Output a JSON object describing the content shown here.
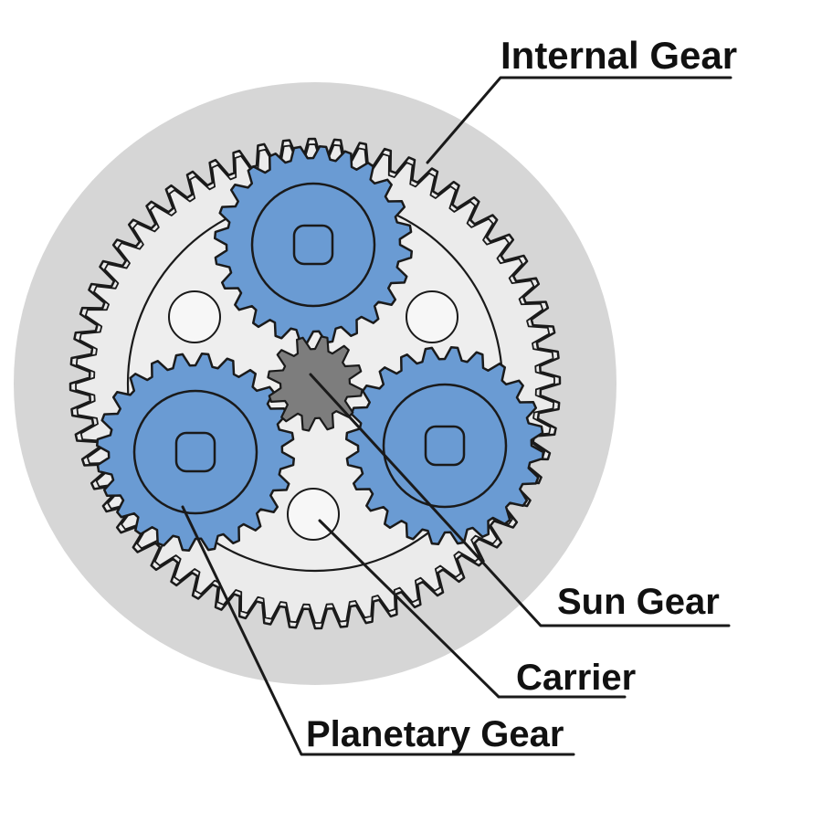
{
  "labels": {
    "internal_gear": "Internal Gear",
    "sun_gear": "Sun Gear",
    "carrier": "Carrier",
    "planetary_gear": "Planetary Gear"
  },
  "colors": {
    "housing": "#d6d6d6",
    "planet_fill": "#6a9bd3",
    "sun_fill": "#7d7d7d",
    "outline": "#1a1a1a",
    "text": "#111111",
    "background": "#ffffff"
  },
  "gear_teeth": {
    "internal": 60,
    "planet": 24,
    "sun": 12
  },
  "planet_count": 3
}
